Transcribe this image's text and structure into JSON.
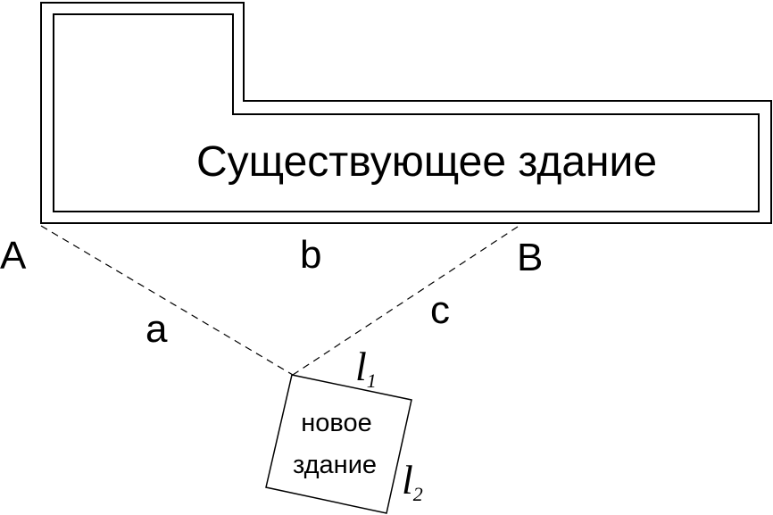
{
  "existing_building": {
    "label": "Существующее здание"
  },
  "new_building": {
    "label_line1": "новое",
    "label_line2": "здание"
  },
  "points": {
    "A": "A",
    "B": "B"
  },
  "segments": {
    "a": "a",
    "b": "b",
    "c": "c"
  },
  "sides": {
    "l1": {
      "base": "l",
      "sub": "1"
    },
    "l2": {
      "base": "l",
      "sub": "2"
    }
  },
  "colors": {
    "line": "#000000",
    "background": "#ffffff"
  }
}
